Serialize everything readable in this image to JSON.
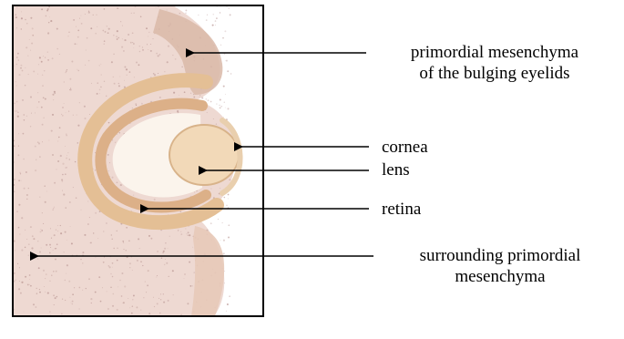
{
  "labels": {
    "eyelids_line1": "primordial mesenchyma",
    "eyelids_line2": "of the bulging eyelids",
    "cornea": "cornea",
    "lens": "lens",
    "retina": "retina",
    "surrounding_line1": "surrounding primordial",
    "surrounding_line2": "mesenchyma"
  },
  "colors": {
    "frame": "#000000",
    "tissue_light": "#f1dcc0",
    "tissue_tan": "#e4bf95",
    "mesenchyme_dots": "#b48f8c",
    "background": "#ffffff"
  }
}
